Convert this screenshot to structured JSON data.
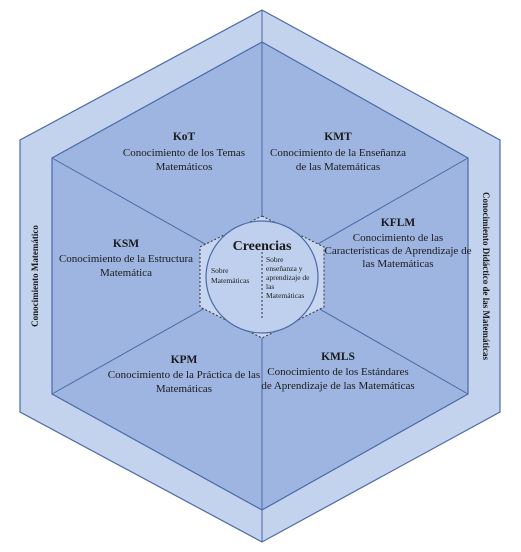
{
  "colors": {
    "outer_fill": "#c4d3ed",
    "inner_fill": "#9db5e0",
    "line": "#4a6aa8",
    "center_fill": "#bfd0ee",
    "text": "#1a1a1a"
  },
  "side_labels": {
    "left": "Conocimiento Matemático",
    "right": "Conocimiento Didáctico de las Matemáticas"
  },
  "segments": [
    {
      "key": "top-left",
      "title": "KoT",
      "lines": [
        "Conocimiento de los Temas",
        "Matemáticos"
      ]
    },
    {
      "key": "top-right",
      "title": "KMT",
      "lines": [
        "Conocimiento de la Enseñanza",
        "de las Matemáticas"
      ]
    },
    {
      "key": "right",
      "title": "KFLM",
      "lines": [
        "Conocimiento de las",
        "Características de Aprendizaje de",
        "las Matemáticas"
      ]
    },
    {
      "key": "bottom-right",
      "title": "KMLS",
      "lines": [
        "Conocimiento de los Estándares",
        "de Aprendizaje de las Matemáticas"
      ]
    },
    {
      "key": "bottom-left",
      "title": "KPM",
      "lines": [
        "Conocimiento de la Práctica de las",
        "Matemáticas"
      ]
    },
    {
      "key": "left",
      "title": "KSM",
      "lines": [
        "Conocimiento de la Estructura",
        "Matemática"
      ]
    }
  ],
  "center": {
    "title": "Creencias",
    "left_lines": [
      "Sobre",
      "Matemáticas"
    ],
    "right_lines": [
      "Sobre",
      "enseñanza y",
      "aprendizaje de",
      "las",
      "Matemáticas"
    ]
  }
}
